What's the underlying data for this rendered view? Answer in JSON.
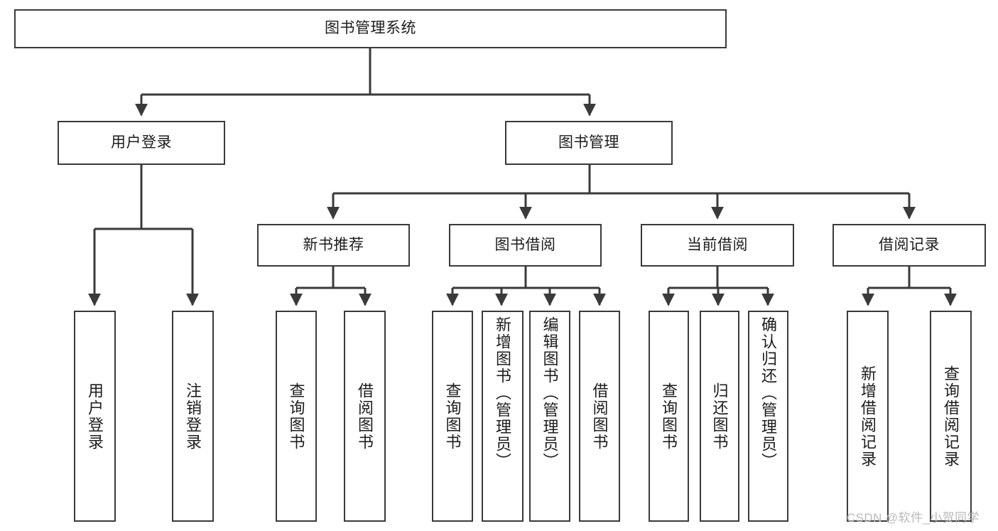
{
  "diagram": {
    "title": "图书管理系统",
    "type": "tree-hierarchy",
    "colors": {
      "box_border": "#3a3a3a",
      "box_fill": "#ffffff",
      "connector": "#3a3a3a",
      "text": "#1c1c1c",
      "watermark": "#b9b9b9"
    },
    "root": {
      "label": "图书管理系统"
    },
    "level2": [
      {
        "label": "用户登录"
      },
      {
        "label": "图书管理"
      }
    ],
    "level3": [
      {
        "label": "新书推荐"
      },
      {
        "label": "图书借阅"
      },
      {
        "label": "当前借阅"
      },
      {
        "label": "借阅记录"
      }
    ],
    "leaves": {
      "user_login": [
        {
          "label": "用户登录"
        },
        {
          "label": "注销登录"
        }
      ],
      "new_book_recommend": [
        {
          "label": "查询图书"
        },
        {
          "label": "借阅图书"
        }
      ],
      "book_borrow": [
        {
          "label": "查询图书"
        },
        {
          "label": "新增图书（管理员）"
        },
        {
          "label": "编辑图书（管理员）"
        },
        {
          "label": "借阅图书"
        }
      ],
      "current_borrow": [
        {
          "label": "查询图书"
        },
        {
          "label": "归还图书"
        },
        {
          "label": "确认归还（管理员）"
        }
      ],
      "borrow_record": [
        {
          "label": "新增借阅记录"
        },
        {
          "label": "查询借阅记录"
        }
      ]
    }
  },
  "watermark": {
    "text": "CSDN @软件_小贺同学"
  }
}
